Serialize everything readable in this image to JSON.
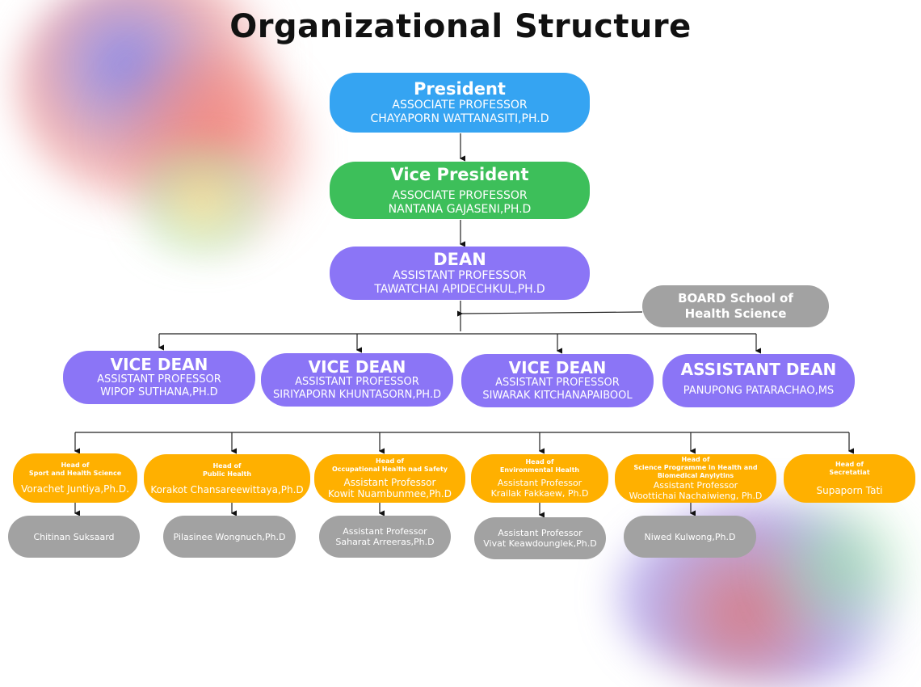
{
  "title": "Organizational Structure",
  "president": {
    "title": "President",
    "line1": "ASSOCIATE PROFESSOR",
    "line2": "CHAYAPORN WATTANASITI,PH.D"
  },
  "vice_president": {
    "title": "Vice President",
    "line1": "ASSOCIATE PROFESSOR",
    "line2": "NANTANA GAJASENI,PH.D"
  },
  "dean": {
    "title": "DEAN",
    "line1": "ASSISTANT PROFESSOR",
    "line2": "TAWATCHAI APIDECHKUL,PH.D"
  },
  "board": {
    "title": "BOARD School of Health Science"
  },
  "vice_deans": [
    {
      "title": "VICE DEAN",
      "line1": "ASSISTANT PROFESSOR",
      "line2": "WIPOP SUTHANA,PH.D"
    },
    {
      "title": "VICE DEAN",
      "line1": "ASSISTANT PROFESSOR",
      "line2": "SIRIYAPORN KHUNTASORN,PH.D"
    },
    {
      "title": "VICE DEAN",
      "line1": "ASSISTANT PROFESSOR",
      "line2": "SIWARAK KITCHANAPAIBOOL"
    },
    {
      "title": "ASSISTANT DEAN",
      "line1": "PANUPONG PATARACHAO,MS"
    }
  ],
  "departments": [
    {
      "head_of": "Head of",
      "unit": "Sport and Health Science",
      "name": "Vorachet Juntiya,Ph.D."
    },
    {
      "head_of": "Head of",
      "unit": "Public Health",
      "name": "Korakot Chansareewittaya,Ph.D"
    },
    {
      "head_of": "Head of",
      "unit": "Occupational Health nad Safety",
      "name_line1": "Assistant Professor",
      "name_line2": "Kowit Nuambunmee,Ph.D"
    },
    {
      "head_of": "Head of",
      "unit": "Environmental Health",
      "name_line1": "Assistant Professor",
      "name_line2": "Krailak Fakkaew, Ph.D"
    },
    {
      "head_of": "Head of",
      "unit_line1": "Science Programme in Health and",
      "unit_line2": "Biomedical Anylytins",
      "name_line1": "Assistant Professor",
      "name_line2": "Woottichai Nachaiwieng, Ph.D"
    },
    {
      "head_of": "Head of",
      "unit": "Secretatiat",
      "name": "Supaporn Tati"
    }
  ],
  "staff": [
    {
      "name": "Chitinan Suksaard"
    },
    {
      "name": "Pilasinee Wongnuch,Ph.D"
    },
    {
      "line1": "Assistant Professor",
      "line2": "Saharat Arreeras,Ph.D"
    },
    {
      "line1": "Assistant Professor",
      "line2": "Vivat Keawdounglek,Ph.D"
    },
    {
      "name": "Niwed Kulwong,Ph.D"
    }
  ],
  "colors": {
    "president": "#35a4f2",
    "vice_president": "#3dbf5a",
    "dean": "#8b75f6",
    "board": "#a2a2a2",
    "department": "#ffb000",
    "staff": "#a2a2a2"
  }
}
